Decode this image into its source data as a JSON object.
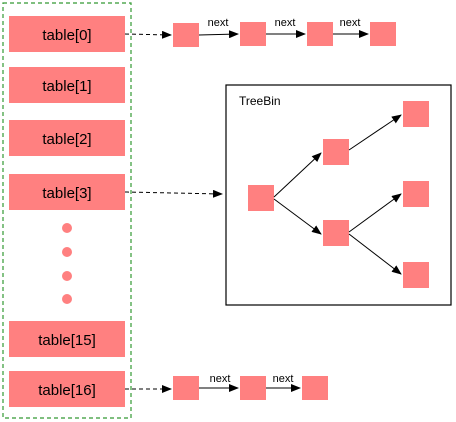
{
  "colors": {
    "node_fill": "#ff8080",
    "group_border": "#339933",
    "line": "#000000",
    "background": "#ffffff"
  },
  "table": {
    "slots": [
      "table[0]",
      "table[1]",
      "table[2]",
      "table[3]",
      "table[15]",
      "table[16]"
    ],
    "ellipsis_dots": 4
  },
  "chains": {
    "slot0_links": [
      "next",
      "next",
      "next"
    ],
    "slot16_links": [
      "next",
      "next"
    ]
  },
  "treebin": {
    "label": "TreeBin"
  }
}
